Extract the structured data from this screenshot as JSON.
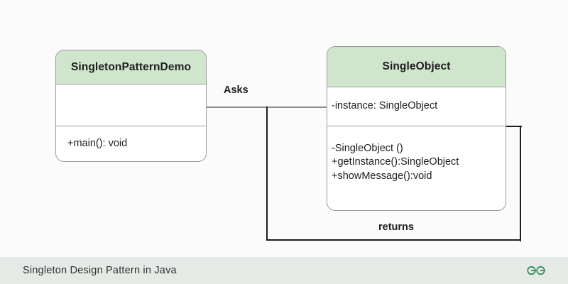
{
  "diagram": {
    "classes": [
      {
        "id": "SingletonPatternDemo",
        "title": "SingletonPatternDemo",
        "attributes": [],
        "operations": [
          "+main(): void"
        ]
      },
      {
        "id": "SingleObject",
        "title": "SingleObject",
        "attributes": [
          "-instance: SingleObject"
        ],
        "operations": [
          "-SingleObject ()",
          "+getInstance():SingleObject",
          "+showMessage():void"
        ]
      }
    ],
    "edges": [
      {
        "label": "Asks",
        "from": "SingletonPatternDemo",
        "to": "SingleObject"
      },
      {
        "label": "returns",
        "from": "SingleObject",
        "to": "SingletonPatternDemo"
      }
    ]
  },
  "caption": {
    "text": "Singleton Design Pattern in Java",
    "logo": "geeksforgeeks-logo"
  },
  "colors": {
    "header_green": "#cfe6cd",
    "box_border": "#9a9a9a",
    "background": "#fbfbfc",
    "caption_bar": "#e6eae6",
    "logo_green": "#2f8d56",
    "text": "#1d1d1d"
  }
}
